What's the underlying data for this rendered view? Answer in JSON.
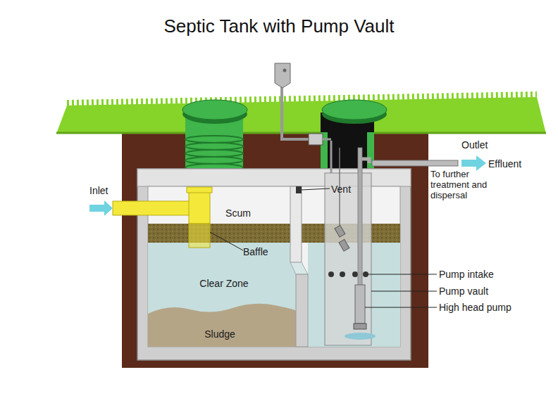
{
  "diagram": {
    "title": "Septic Tank with Pump Vault",
    "labels": [
      "Inlet",
      "Outlet",
      "Effluent",
      "To further treatment and dispersal",
      "Vent",
      "Scum",
      "Baffle",
      "Clear Zone",
      "Sludge",
      "Pump intake",
      "Pump vault",
      "High head pump"
    ]
  }
}
